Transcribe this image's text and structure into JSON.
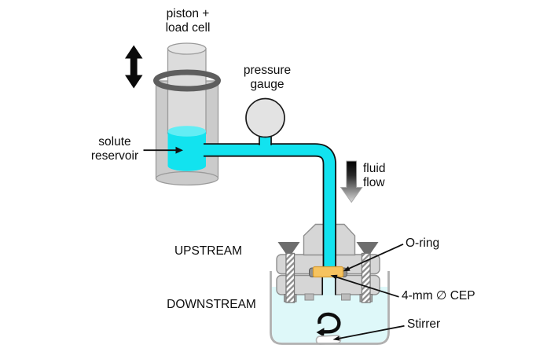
{
  "labels": {
    "piston_load_cell": [
      "piston +",
      "load cell"
    ],
    "pressure_gauge": [
      "pressure",
      "gauge"
    ],
    "solute_reservoir": [
      "solute",
      "reservoir"
    ],
    "fluid_flow": [
      "fluid",
      "flow"
    ],
    "upstream": "UPSTREAM",
    "downstream": "DOWNSTREAM",
    "o_ring": "O-ring",
    "cep": "4-mm ∅ CEP",
    "stirrer": "Stirrer"
  },
  "colors": {
    "fluid_cyan": "#12e3ef",
    "liquid_top_cyan": "#63edf4",
    "pale_water": "#def8f9",
    "cep_orange": "#f6c35f",
    "metal_light_gray": "#d6d6d6",
    "metal_mid_gray": "#cbcbcb",
    "metal_dark_gray": "#6e6e6e",
    "beaker_wall_gray": "#b0b0b0",
    "outline_black": "#111111"
  },
  "icons": {
    "piston_motion": "double-vertical-arrow-icon",
    "fluid_flow": "gradient-down-arrow-icon",
    "stirrer_rotation": "rotation-arrow-icon"
  }
}
